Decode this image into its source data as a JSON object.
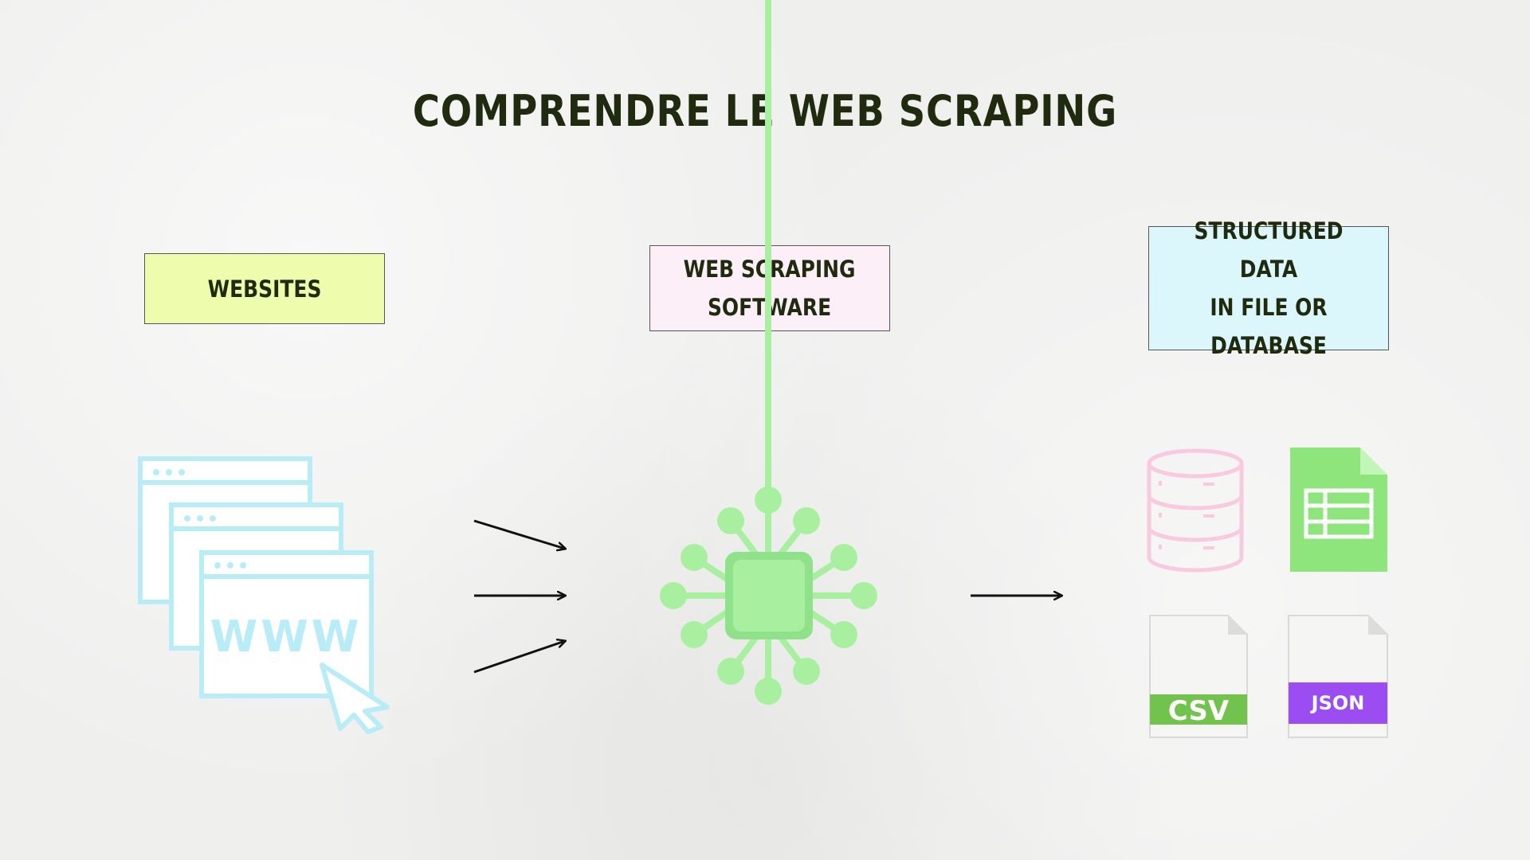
{
  "title": "COMPRENDRE LE WEB SCRAPING",
  "boxes": {
    "websites": "WEBSITES",
    "software": "WEB SCRAPING\nSOFTWARE",
    "structured": "STRUCTURED DATA\nIN FILE OR\nDATABASE"
  },
  "icons": {
    "websites": "browser-windows-icon",
    "www_text": "WWW",
    "chip": "processor-chip-icon",
    "database": "database-icon",
    "spreadsheet": "spreadsheet-file-icon",
    "csv": "CSV",
    "json": "JSON"
  },
  "colors": {
    "title": "#1f2a0e",
    "websites_box": "#eefcae",
    "software_box": "#fdeff7",
    "structured_box": "#dcf7fc",
    "browser_stroke": "#b8ecf7",
    "chip_green": "#a8f0a0",
    "database_pink": "#f9c9e0",
    "sheet_green": "#8ee57c",
    "csv_band": "#72c34e",
    "json_band": "#9b4df1"
  }
}
